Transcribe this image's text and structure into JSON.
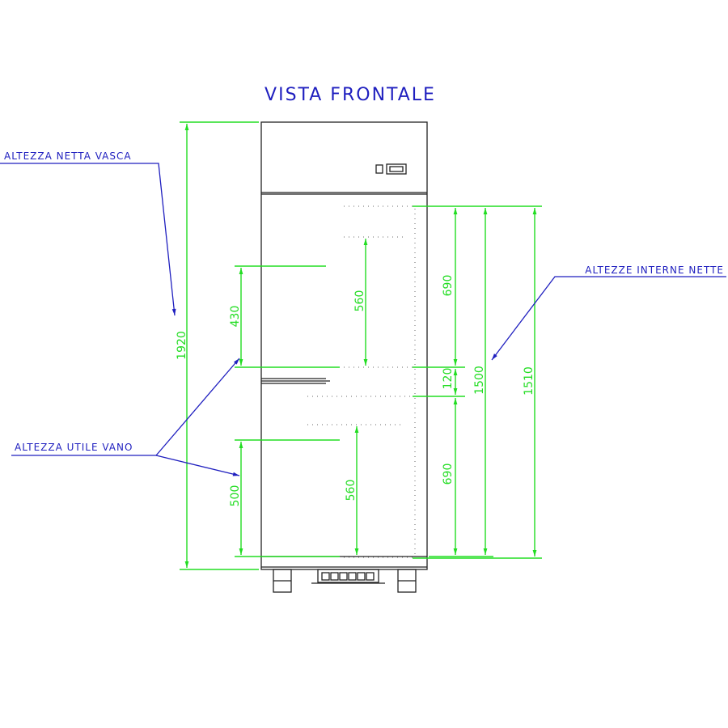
{
  "title": "VISTA FRONTALE",
  "callouts": {
    "altezza_netta_vasca": "ALTEZZA NETTA VASCA",
    "altezze_interne_nette": "ALTEZZE INTERNE NETTE",
    "altezza_utile_vano": "ALTEZZA UTILE VANO"
  },
  "dimensions": {
    "total_height": "1920",
    "upper_vano": "430",
    "lower_vano": "500",
    "upper_shelf_gap": "560",
    "lower_shelf_gap": "560",
    "upper_internal": "690",
    "separator": "120",
    "lower_internal": "690",
    "internal_total": "1500",
    "internal_total_outer": "1510"
  },
  "colors": {
    "dimension": "#22dd22",
    "annotation": "#1f1fbf",
    "outline": "#222222"
  }
}
